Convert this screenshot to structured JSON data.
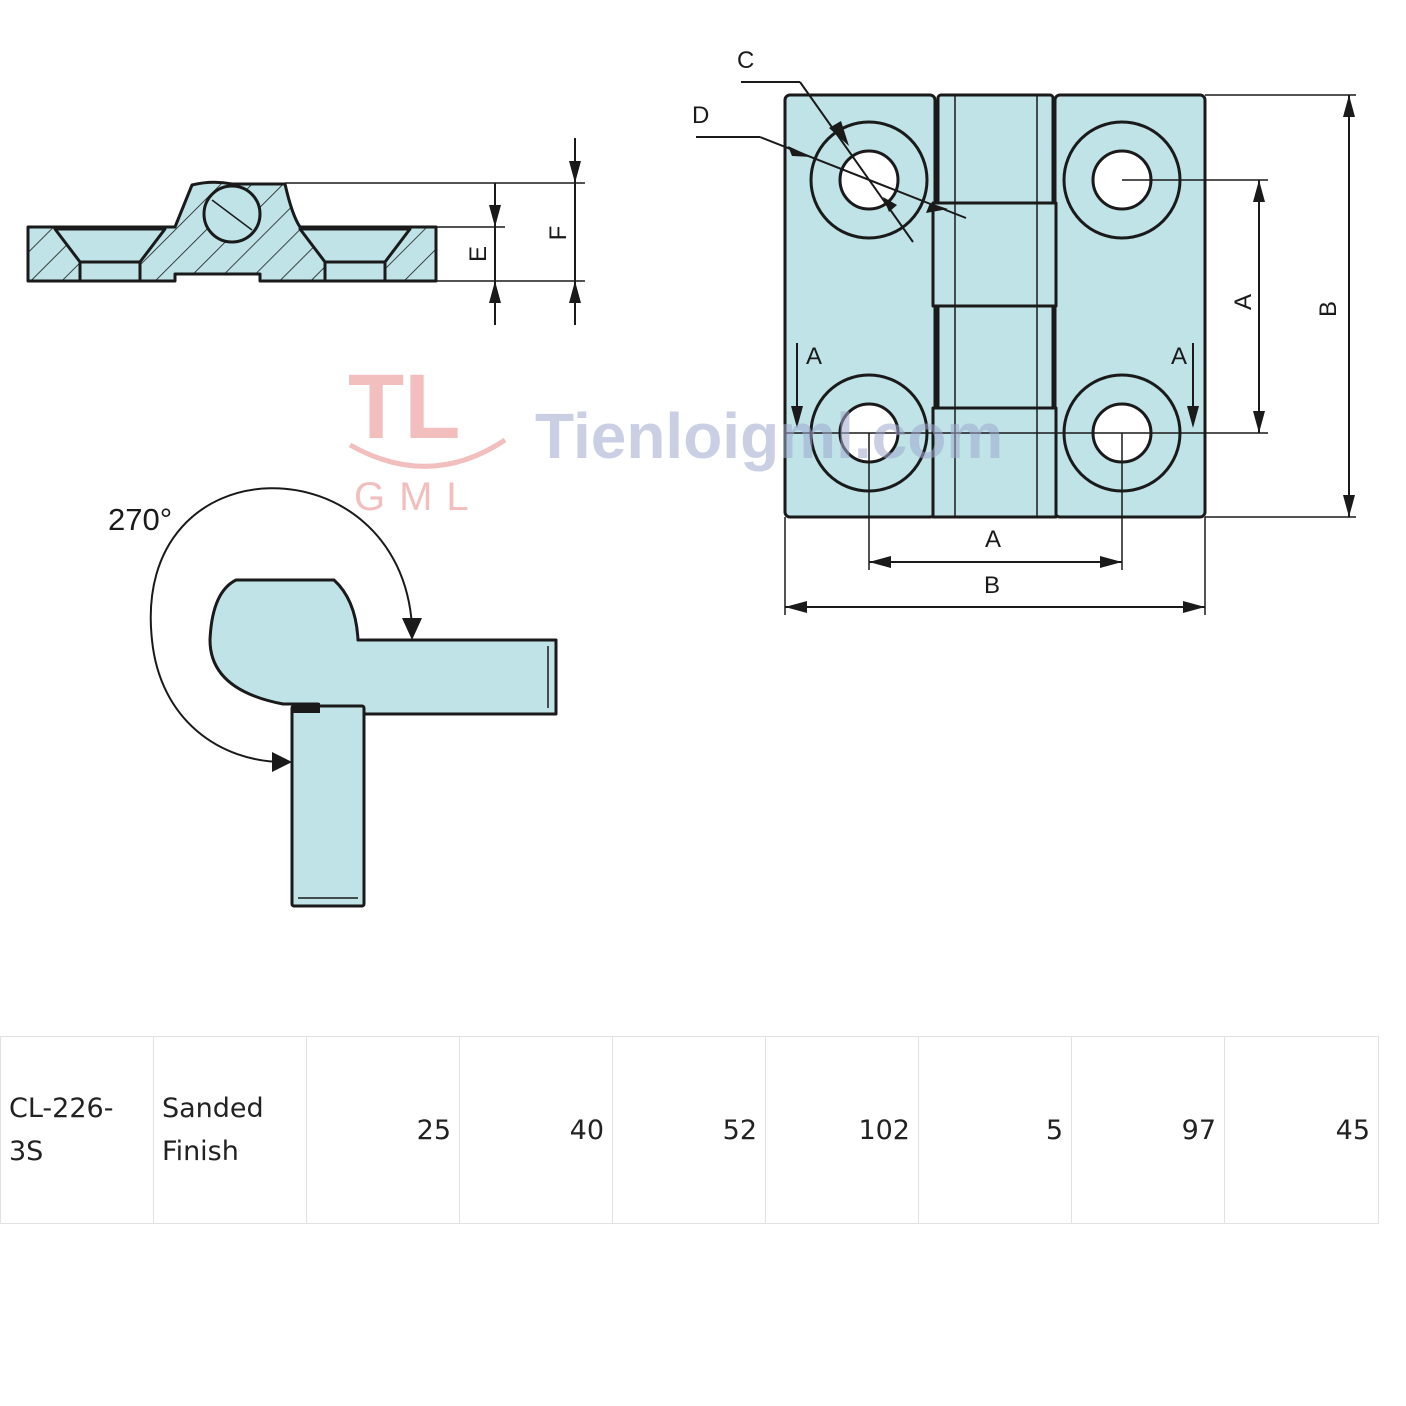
{
  "drawing": {
    "section_labels": {
      "e": "E",
      "f": "F"
    },
    "top_view_labels": {
      "c": "C",
      "d": "D",
      "a_horizontal": "A",
      "b_horizontal": "B",
      "a_vertical": "A",
      "b_vertical": "B",
      "section_mark_left": "A",
      "section_mark_right": "A"
    },
    "rotation_label": "270°",
    "watermark": {
      "logo": "TL",
      "logo_sub": "GML",
      "site": "Tienloigml.com"
    },
    "colors": {
      "part_fill": "#bfe3e6",
      "outline": "#1a1a1a",
      "watermark_red": "#e88a8a",
      "watermark_blue": "#9fa9cf"
    }
  },
  "table": {
    "row": {
      "code": "CL-226-3S",
      "finish": "Sanded Finish",
      "values": [
        "25",
        "40",
        "52",
        "102",
        "5",
        "97",
        "45"
      ]
    }
  }
}
